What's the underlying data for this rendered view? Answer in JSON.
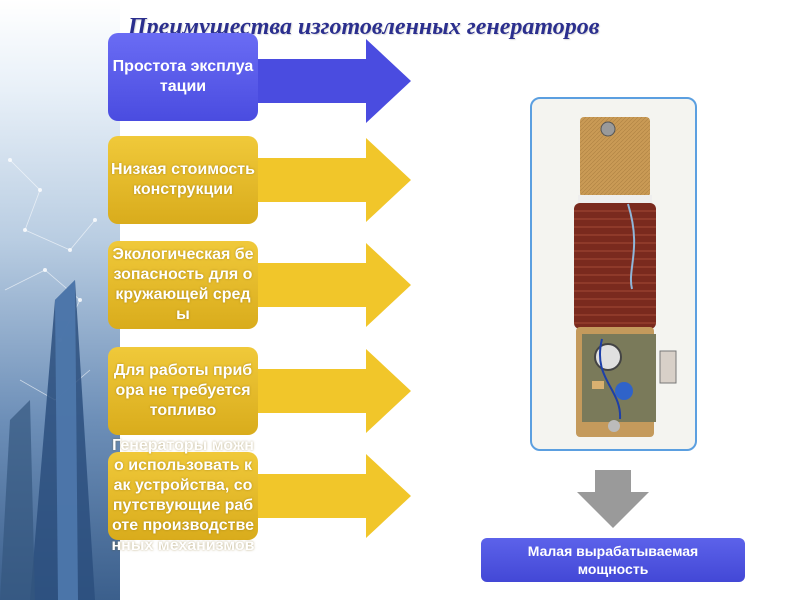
{
  "title": "Преимущества изготовленных генераторов",
  "advantages": [
    {
      "label": "Простота эксплуатации",
      "color": "#5557e8",
      "arrow": "#4a4ce0"
    },
    {
      "label": "Низкая стоимость конструкции",
      "color": "#e6bd2a",
      "arrow": "#f1c62a"
    },
    {
      "label": "Экологическая безопасность для окружающей среды",
      "color": "#e6bd2a",
      "arrow": "#f1c62a"
    },
    {
      "label": "Для работы прибора не требуется топливо",
      "color": "#e6bd2a",
      "arrow": "#f1c62a"
    },
    {
      "label": "Генераторы можно использовать как устройства, сопутствующие работе производственных механизмов",
      "color": "#e6bd2a",
      "arrow": "#f1c62a"
    }
  ],
  "result": "Малая вырабатываемая мощность",
  "photo": {
    "icon": "generator-photo"
  }
}
